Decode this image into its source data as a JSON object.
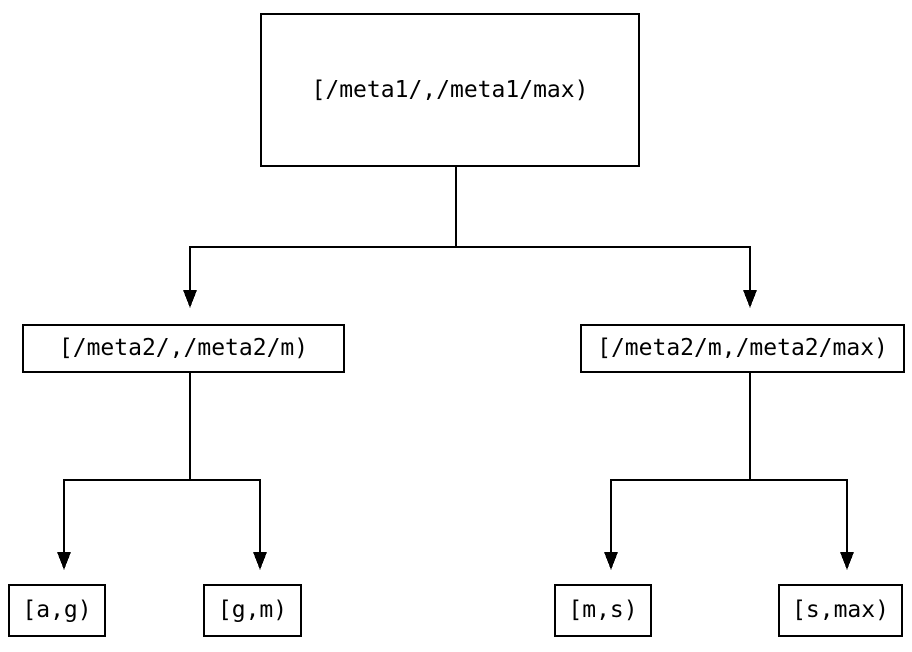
{
  "tree": {
    "root": {
      "label": "[/meta1/,/meta1/max)",
      "children": [
        {
          "label": "[/meta2/,/meta2/m)",
          "children": [
            {
              "label": "[a,g)"
            },
            {
              "label": "[g,m)"
            }
          ]
        },
        {
          "label": "[/meta2/m,/meta2/max)",
          "children": [
            {
              "label": "[m,s)"
            },
            {
              "label": "[s,max)"
            }
          ]
        }
      ]
    }
  },
  "colors": {
    "background": "#ffffff",
    "line": "#000000",
    "box_border": "#000000",
    "text": "#000000"
  }
}
